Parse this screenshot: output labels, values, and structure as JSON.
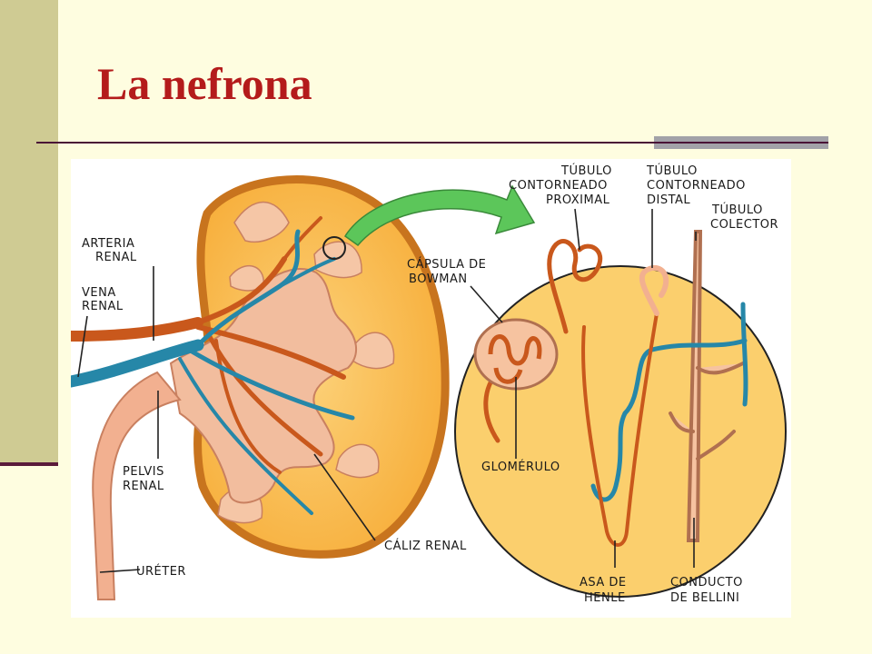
{
  "slide": {
    "title": "La nefrona"
  },
  "diagram": {
    "labels": {
      "arteria_renal": [
        "ARTERIA",
        "RENAL"
      ],
      "vena_renal": [
        "VENA",
        "RENAL"
      ],
      "pelvis_renal": [
        "PELVIS",
        "RENAL"
      ],
      "ureter": "URÉTER",
      "caliz_renal": "CÁLIZ RENAL",
      "capsula_bowman": [
        "CÁPSULA DE",
        "BOWMAN"
      ],
      "tubulo_proximal": [
        "TÚBULO",
        "CONTORNEADO",
        "PROXIMAL"
      ],
      "tubulo_distal": [
        "TÚBULO",
        "CONTORNEADO",
        "DISTAL"
      ],
      "tubulo_colector": [
        "TÚBULO",
        "COLECTOR"
      ],
      "glomerulo": "GLOMÉRULO",
      "asa_henle": [
        "ASA DE",
        "HENLE"
      ],
      "conducto_bellini": [
        "CONDUCTO",
        "DE BELLINI"
      ]
    }
  },
  "colors": {
    "title": "#b41b1b",
    "background": "#fefde0",
    "sidebar": "#cfcb93",
    "rule": "#4a1436",
    "kidney_fill": "#f9b847",
    "kidney_rim": "#c8741e",
    "artery": "#c9581c",
    "vein": "#2687a8",
    "pelvis": "#f2bd9e",
    "arrow": "#5cc65a"
  }
}
